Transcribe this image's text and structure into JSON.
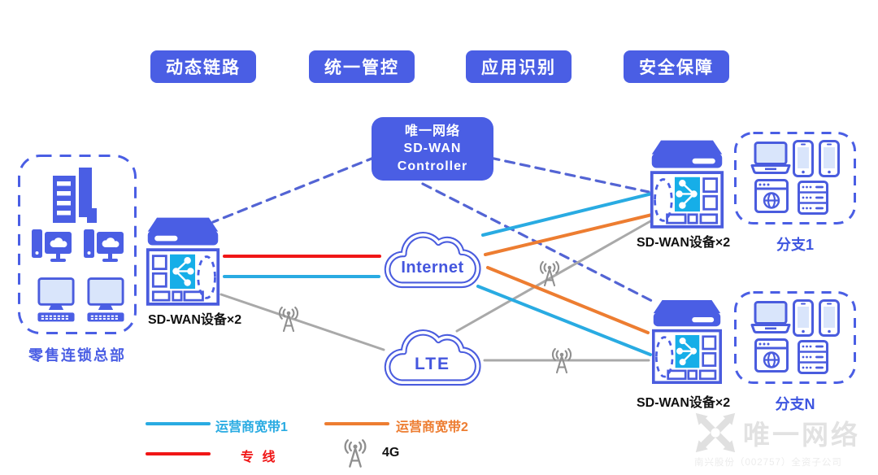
{
  "badges": [
    {
      "label": "动态链路"
    },
    {
      "label": "统一管控"
    },
    {
      "label": "应用识别"
    },
    {
      "label": "安全保障"
    }
  ],
  "controller": {
    "org": "唯一网络",
    "product": "SD-WAN",
    "role": "Controller"
  },
  "clouds": {
    "internet_label": "Internet",
    "lte_label": "LTE"
  },
  "hq": {
    "label": "零售连锁总部"
  },
  "devices": {
    "left_label": "SD-WAN设备×2",
    "right_top_label": "SD-WAN设备×2",
    "right_bottom_label": "SD-WAN设备×2"
  },
  "branches": {
    "branch1_label": "分支1",
    "branchN_label": "分支N"
  },
  "legend": {
    "broadband1": "运营商宽带1",
    "broadband2": "运营商宽带2",
    "leased_line": "专 线",
    "lte_4g": "4G"
  },
  "watermark": {
    "brand": "唯一网络",
    "subtitle": "南兴股份（002757）全资子公司"
  },
  "colors": {
    "brand_blue": "#4a5ee4",
    "outline_blue": "#4a5cde",
    "dashed_blue": "#5364d4",
    "broadband1_cyan": "#29abe2",
    "broadband2_orange": "#ed7d31",
    "leased_red": "#f01616",
    "wireless_gray": "#a9a9a9",
    "device_panel_cyan": "#16aee8"
  },
  "icons": {
    "antenna": "4g-signal-tower",
    "cloud": "network-cloud",
    "device": "sdwan-edge-device",
    "building": "office-building",
    "cloud_pc": "cloud-server-terminal",
    "desktop": "desktop-computer",
    "laptop": "laptop",
    "phone": "smartphone",
    "browser": "web-app-globe",
    "server": "server-stack",
    "logo": "x-arrows-logo"
  }
}
